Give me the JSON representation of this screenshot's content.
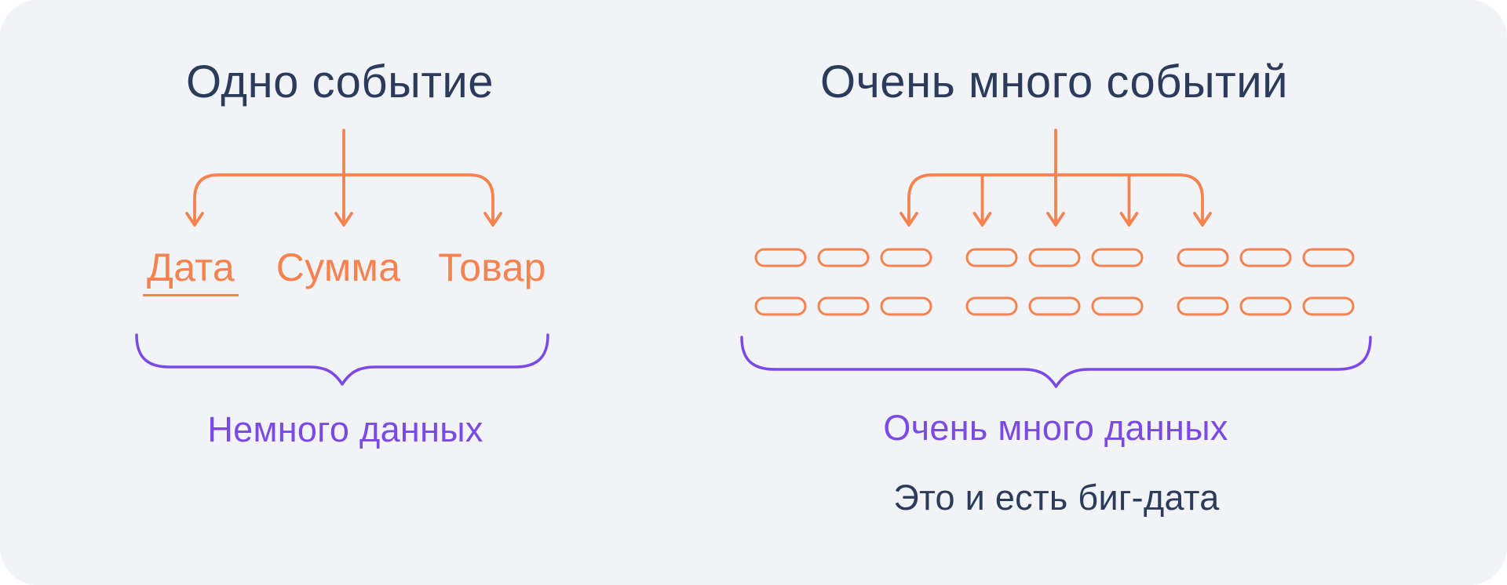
{
  "colors": {
    "card_bg": "#F1F3F6",
    "navy": "#2B3B5C",
    "orange": "#F5824F",
    "purple": "#7A49E6"
  },
  "left_panel": {
    "title": "Одно событие",
    "fields": [
      {
        "label": "Дата",
        "underlined": true
      },
      {
        "label": "Сумма",
        "underlined": false
      },
      {
        "label": "Товар",
        "underlined": false
      }
    ],
    "fan_arrow_count": 3,
    "caption": "Немного данных"
  },
  "right_panel": {
    "title": "Очень много событий",
    "fan_arrow_count": 5,
    "pill_grid": {
      "rows": 2,
      "groups": 3,
      "pills_per_group": 3
    },
    "caption": "Очень много данных",
    "note": "Это и есть биг-дата"
  }
}
